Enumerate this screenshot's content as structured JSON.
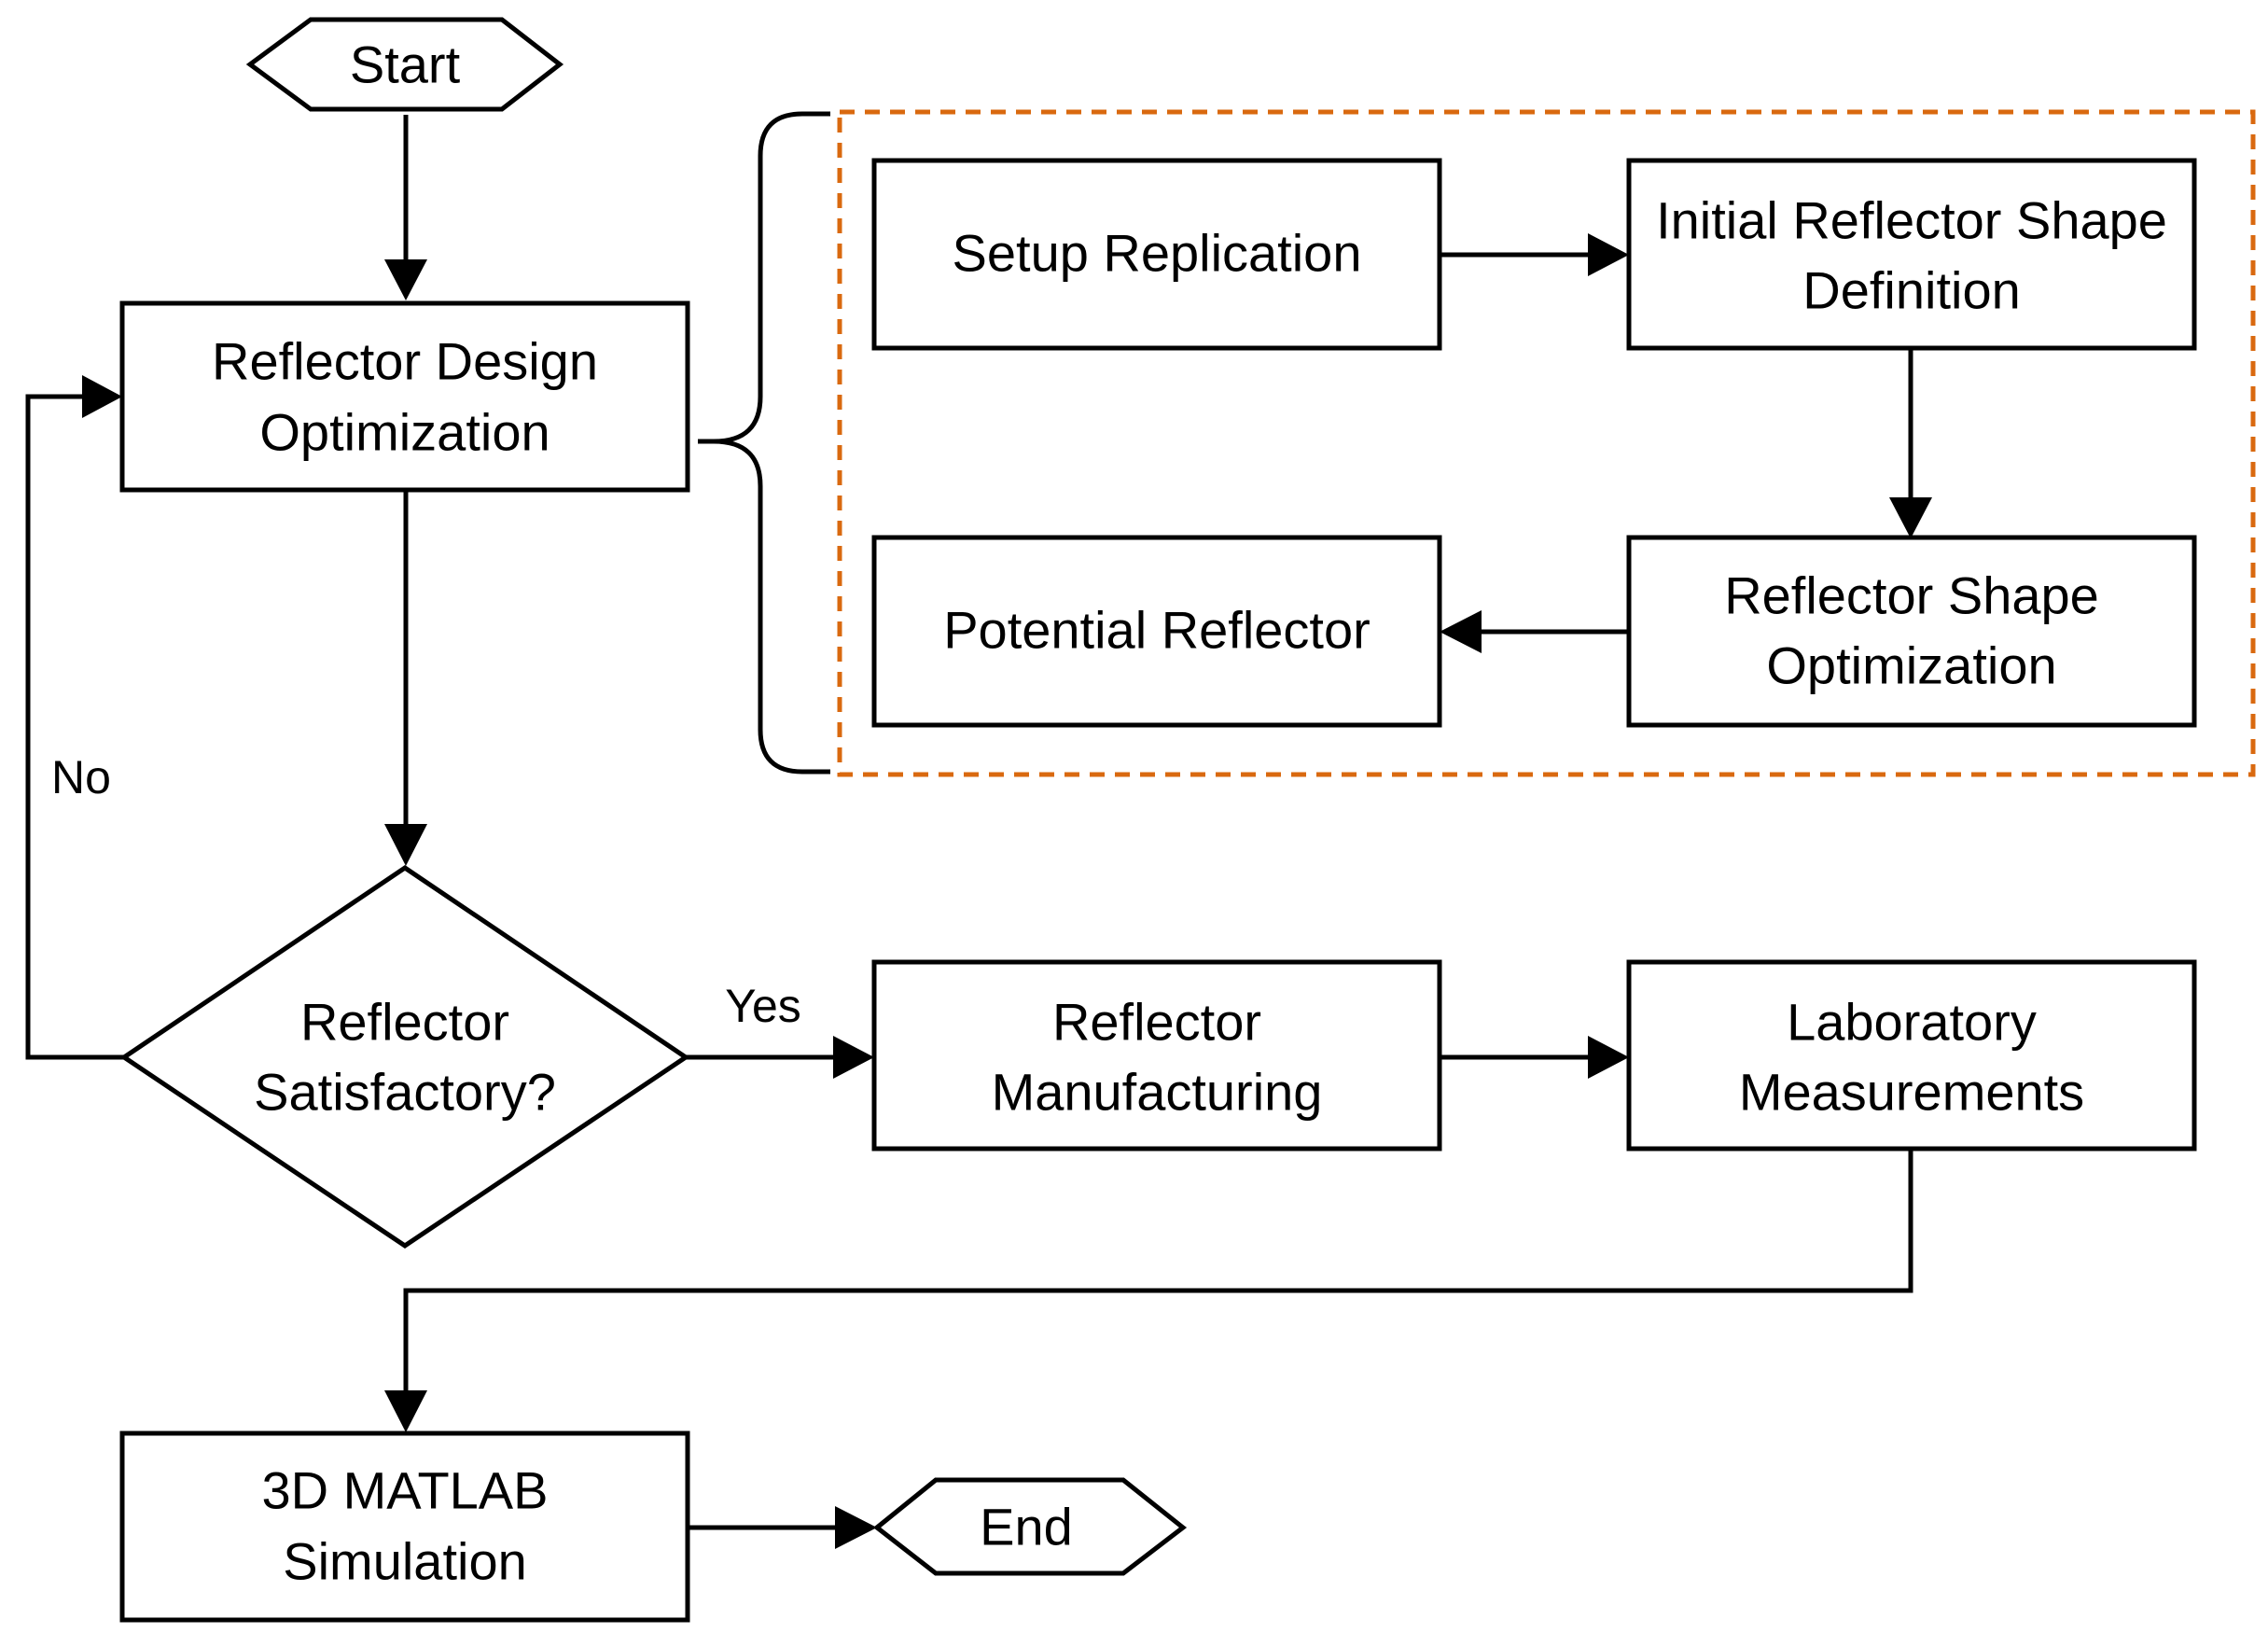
{
  "colors": {
    "stroke": "#000000",
    "group_border": "#d9690f",
    "background": "#ffffff"
  },
  "nodes": {
    "start": "Start",
    "design_optimization": [
      "Reflector Design",
      "Optimization"
    ],
    "satisfactory": [
      "Reflector",
      "Satisfactory?"
    ],
    "manufacturing": [
      "Reflector",
      "Manufacturing"
    ],
    "measurements": [
      "Laboratory",
      "Measurements"
    ],
    "simulation": [
      "3D MATLAB",
      "Simulation"
    ],
    "end": "End",
    "setup_replication": "Setup Replication",
    "initial_shape": [
      "Initial Reflector Shape",
      "Definition"
    ],
    "shape_optimization": [
      "Reflector Shape",
      "Optimization"
    ],
    "potential_reflector": "Potential Reflector"
  },
  "edge_labels": {
    "yes": "Yes",
    "no": "No"
  }
}
